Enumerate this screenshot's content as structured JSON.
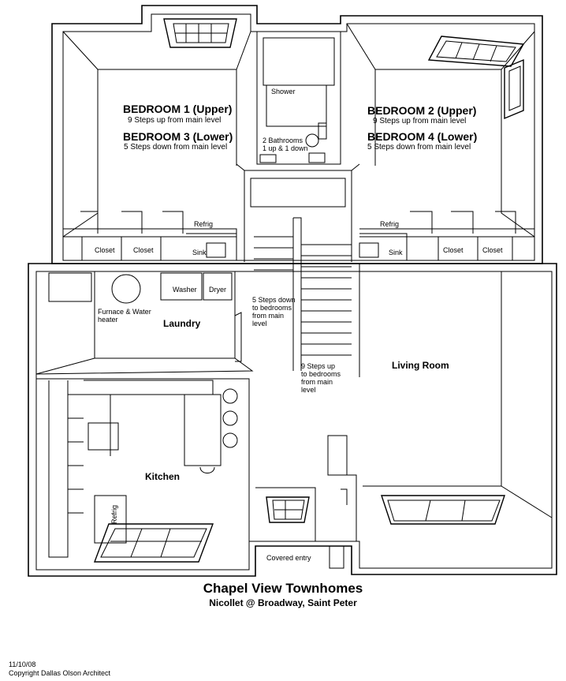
{
  "rooms": {
    "bedroom1": {
      "name": "BEDROOM 1 (Upper)",
      "steps": "9 Steps up from main level"
    },
    "bedroom3": {
      "name": "BEDROOM 3 (Lower)",
      "steps": "5 Steps down from main level"
    },
    "bedroom2": {
      "name": "BEDROOM 2 (Upper)",
      "steps": "9 Steps up from main level"
    },
    "bedroom4": {
      "name": "BEDROOM 4 (Lower)",
      "steps": "5 Steps down from main level"
    },
    "shower": "Shower",
    "bathrooms": "2 Bathrooms\n1 up & 1 down",
    "laundry": "Laundry",
    "living_room": "Living Room",
    "kitchen": "Kitchen",
    "covered_entry": "Covered entry"
  },
  "fixtures": {
    "refrig_left": "Refrig",
    "refrig_right": "Refrig",
    "refrig_kitchen": "Refrig",
    "sink_left": "Sink",
    "sink_right": "Sink",
    "closet_1": "Closet",
    "closet_2": "Closet",
    "closet_3": "Closet",
    "closet_4": "Closet",
    "washer": "Washer",
    "dryer": "Dryer",
    "furnace": "Furnace & Water\nheater"
  },
  "stairs": {
    "down_note": "5 Steps down\nto bedrooms\nfrom main\nlevel",
    "up_note": "9 Steps up\nto bedrooms\nfrom main\nlevel"
  },
  "title_block": {
    "title": "Chapel View Townhomes",
    "subtitle": "Nicollet @ Broadway, Saint Peter",
    "date": "11/10/08",
    "copyright": "Copyright Dallas Olson Architect"
  }
}
